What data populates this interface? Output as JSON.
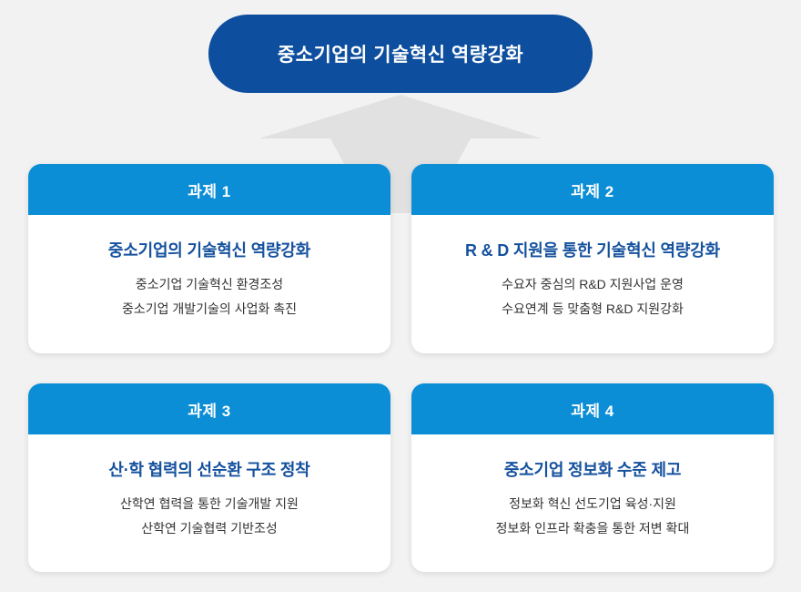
{
  "goal": {
    "label": "중소기업의 기술혁신 역량강화"
  },
  "arrow": {
    "name": "upward-arrow",
    "color": "#e1e1e1",
    "direction": "up"
  },
  "colors": {
    "background": "#f2f2f2",
    "goal_banner": "#0d4e9e",
    "card_header": "#0b8ed6",
    "card_title": "#15519e",
    "card_body_text": "#333333",
    "card_surface": "#ffffff",
    "arrow": "#e1e1e1"
  },
  "cards": [
    {
      "header": "과제 1",
      "title": "중소기업의 기술혁신 역량강화",
      "lines": [
        "중소기업 기술혁신 환경조성",
        "중소기업 개발기술의 사업화 촉진"
      ]
    },
    {
      "header": "과제 2",
      "title": "R & D 지원을 통한 기술혁신 역량강화",
      "lines": [
        "수요자 중심의 R&D 지원사업 운영",
        "수요연계 등 맞춤형 R&D 지원강화"
      ]
    },
    {
      "header": "과제 3",
      "title": "산·학 협력의 선순환 구조 정착",
      "lines": [
        "산학연 협력을 통한 기술개발 지원",
        "산학연 기술협력 기반조성"
      ]
    },
    {
      "header": "과제 4",
      "title": "중소기업 정보화 수준 제고",
      "lines": [
        "정보화 혁신 선도기업 육성·지원",
        "정보화 인프라 확충을 통한 저변 확대"
      ]
    }
  ]
}
